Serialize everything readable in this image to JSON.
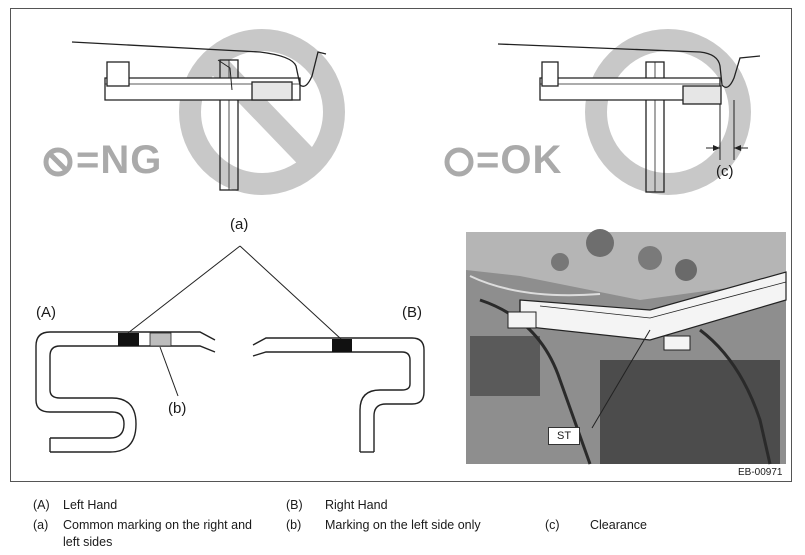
{
  "figure": {
    "ng_text": "=NG",
    "ok_text": "=OK",
    "callout_a": "(a)",
    "callout_b": "(b)",
    "callout_c": "(c)",
    "label_A": "(A)",
    "label_B": "(B)",
    "st_label": "ST",
    "code": "EB-00971",
    "prohibit_color": "#c8c8c8",
    "mark_dark": "#111111",
    "mark_light": "#bdbdbd"
  },
  "legend": {
    "A_key": "(A)",
    "A_text": "Left Hand",
    "B_key": "(B)",
    "B_text": "Right Hand",
    "a_key": "(a)",
    "a_text_1": "Common marking on the right and",
    "a_text_2": "left sides",
    "b_key": "(b)",
    "b_text": "Marking on the left side only",
    "c_key": "(c)",
    "c_text": "Clearance"
  }
}
